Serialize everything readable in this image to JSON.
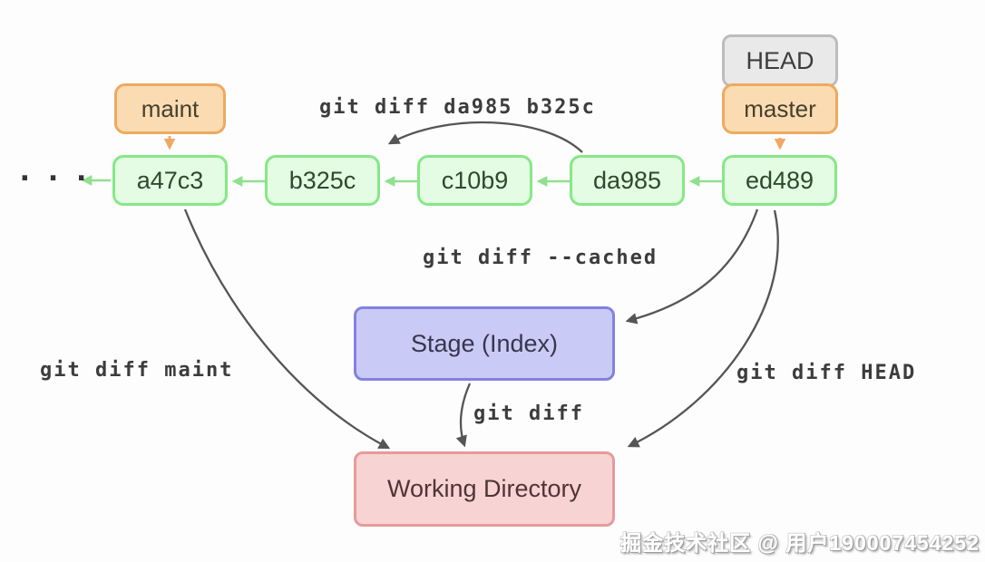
{
  "diagram": {
    "ellipsis": "· · ·",
    "branches": {
      "maint": "maint",
      "head": "HEAD",
      "master": "master"
    },
    "commits": [
      "a47c3",
      "b325c",
      "c10b9",
      "da985",
      "ed489"
    ],
    "areas": {
      "stage": "Stage (Index)",
      "working_directory": "Working Directory"
    },
    "commands": {
      "diff_commits": "git diff da985 b325c",
      "diff_cached": "git diff --cached",
      "diff_maint": "git diff maint",
      "diff_plain": "git diff",
      "diff_head": "git diff HEAD"
    },
    "colors": {
      "commit_fill": "#e4fbe4",
      "commit_border": "#86e886",
      "branch_fill": "#fbdcb2",
      "branch_border": "#edaa60",
      "head_fill": "#e9e9e9",
      "head_border": "#bdbdbd",
      "stage_fill": "#cacaf6",
      "stage_border": "#8282e2",
      "working_fill": "#f8d3d3",
      "working_border": "#e79a9a",
      "arrow_dark": "#555555",
      "arrow_green": "#8fe08f",
      "arrow_orange": "#f0a964"
    }
  },
  "watermark": "掘金技术社区 @ 用户190007454252"
}
